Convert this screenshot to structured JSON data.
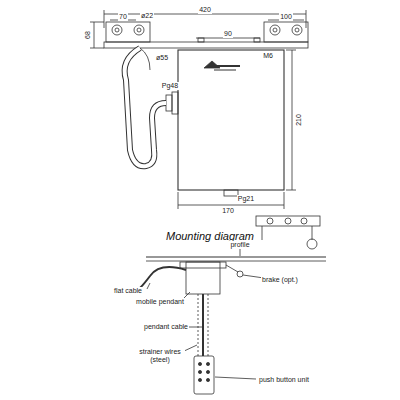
{
  "diagram": {
    "title": "Mounting diagram",
    "labels": [
      "420",
      "70",
      "ø22",
      "100",
      "68",
      "ø55",
      "90",
      "M6",
      "Pg48",
      "210",
      "170",
      "Pg21",
      "profile",
      "brake (opt.)",
      "flat cable",
      "mobile pendant",
      "pendant cable",
      "strainer wires (steel)",
      "push button unit"
    ]
  }
}
